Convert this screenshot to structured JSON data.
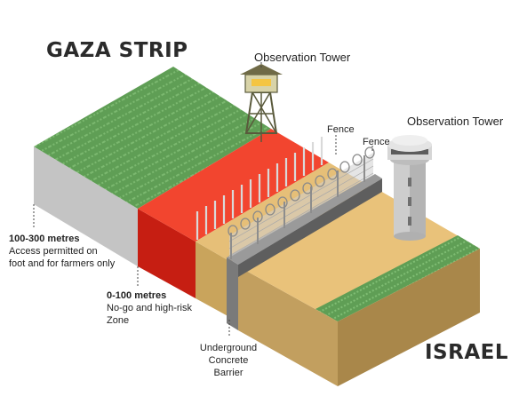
{
  "regions": {
    "gaza": "GAZA STRIP",
    "israel": "ISRAEL"
  },
  "labels": {
    "tower_left": "Observation Tower",
    "tower_right": "Observation Tower",
    "fence_1": "Fence",
    "fence_2": "Fence",
    "zone_far": {
      "distance": "100-300 metres",
      "line1": "Access permitted on",
      "line2": "foot and for farmers only"
    },
    "zone_near": {
      "distance": "0-100 metres",
      "line1": "No-go and high-risk",
      "line2": "Zone"
    },
    "barrier": {
      "line1": "Underground",
      "line2": "Concrete",
      "line3": "Barrier"
    }
  },
  "colors": {
    "grass": "#5f9e55",
    "red_zone": "#f2452f",
    "sand": "#e6bf78",
    "concrete": "#7a7a7a"
  }
}
